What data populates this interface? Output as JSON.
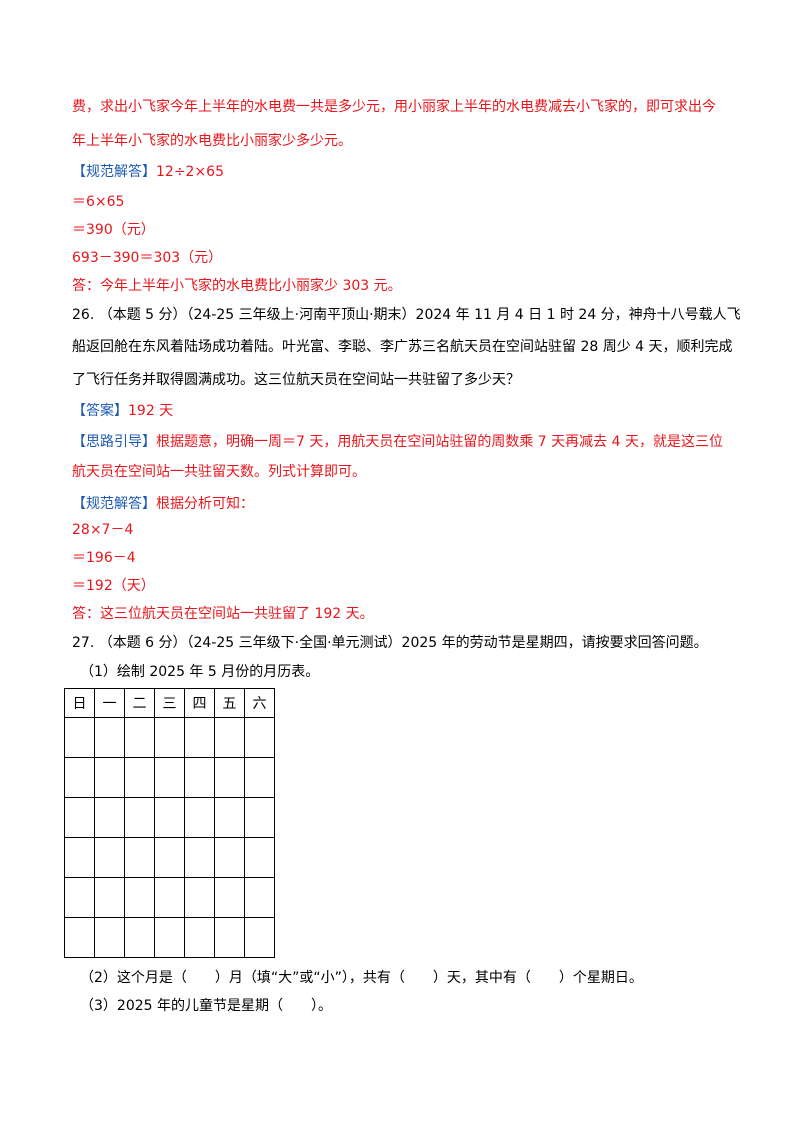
{
  "lines": [
    "费，求出小飞家今年上半年的水电费一共是多少元，用小丽家上半年的水电费减去小飞家的，即可求出今",
    "年上半年小飞家的水电费比小丽家少多少元。",
    "12÷2×65",
    "＝6×65",
    "＝390（元）",
    "693－390＝303（元）",
    "答：今年上半年小飞家的水电费比小丽家少 303 元。",
    "26. （本题 5 分）（24-25 三年级上·河南平顶山·期末）2024 年 11 月 4 日 1 时 24 分，神舟十八号载人飞",
    "船返回舱在东风着陆场成功着陆。叶光富、李聪、李广苏三名航天员在空间站驻留 28 周少 4 天，顺利完成",
    "了飞行任务并取得圆满成功。这三位航天员在空间站一共驻留了多少天？",
    "192 天",
    "根据题意，明确一周＝7 天，用航天员在空间站驻留的周数乘 7 天再减去 4 天，就是这三位",
    "航天员在空间站一共驻留天数。列式计算即可。",
    "根据分析可知：",
    "28×7－4",
    "＝196－4",
    "＝192（天）",
    "答：这三位航天员在空间站一共驻留了 192 天。",
    "27. （本题 6 分）（24-25 三年级下·全国·单元测试）2025 年的劳动节是星期四，请按要求回答问题。",
    "（1）绘制 2025 年 5 月份的月历表。",
    "（2）这个月是（　　）月（填“大”或“小”），共有（　　）天，其中有（　　）个星期日。",
    "（3）2025 年的儿童节是星期（　　）。"
  ],
  "tags": {
    "solution": "【规范解答】",
    "answer": "【答案】",
    "hint": "【思路引导】"
  },
  "calendar": {
    "headers": [
      "日",
      "一",
      "二",
      "三",
      "四",
      "五",
      "六"
    ]
  }
}
